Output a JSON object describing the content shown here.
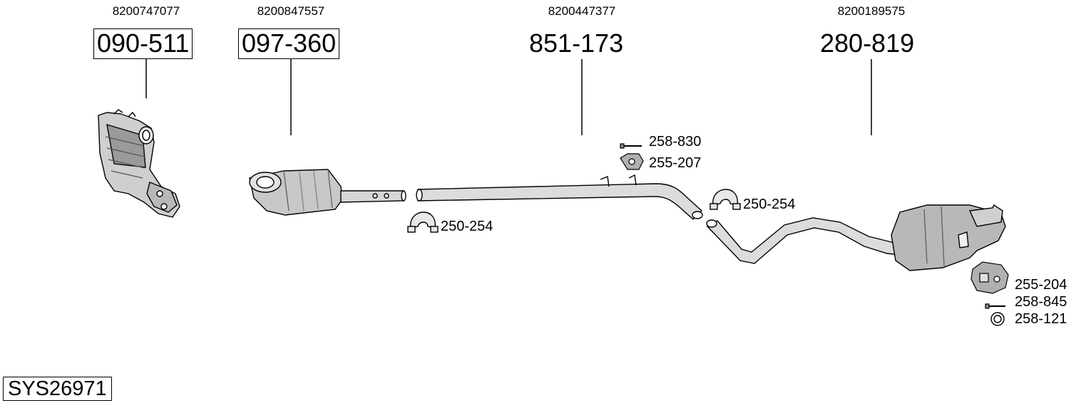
{
  "system_code": "SYS26971",
  "parts": [
    {
      "oem": "8200747077",
      "number": "090-511"
    },
    {
      "oem": "8200847557",
      "number": "097-360"
    },
    {
      "oem": "8200447377",
      "number": "851-173"
    },
    {
      "oem": "8200189575",
      "number": "280-819"
    }
  ],
  "accessories": {
    "bolt_front": "258-830",
    "rubber_front": "255-207",
    "clamp_front": "250-254",
    "clamp_mid": "250-254",
    "rubber_rear": "255-204",
    "bolt_rear": "258-845",
    "ring_rear": "258-121"
  }
}
